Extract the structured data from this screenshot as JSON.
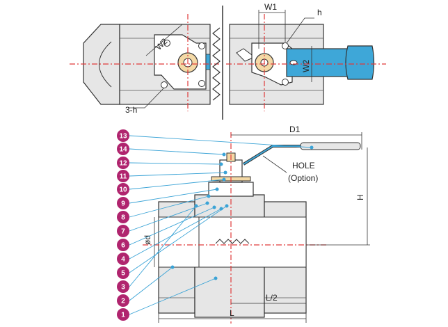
{
  "colors": {
    "outline": "#333333",
    "body_fill": "#e6e6e6",
    "handle_fill": "#3ea7d8",
    "centerline": "#e03a3a",
    "leader": "#3aa3d6",
    "callout_fill": "#b0246e",
    "callout_text": "#ffffff"
  },
  "top_view": {
    "left": {
      "w2_label": "W2",
      "hole_label": "3-h"
    },
    "right": {
      "w1_label": "W1",
      "h_label": "h",
      "w2_label": "W2"
    }
  },
  "side_view": {
    "d1_label": "D1",
    "hole_label_line1": "HOLE",
    "hole_label_line2": "(Option)",
    "h_label": "H",
    "od_label": "ød",
    "l_half_label": "L/2",
    "l_label": "L"
  },
  "callouts": [
    {
      "number": "13"
    },
    {
      "number": "14"
    },
    {
      "number": "12"
    },
    {
      "number": "11"
    },
    {
      "number": "10"
    },
    {
      "number": "9"
    },
    {
      "number": "8"
    },
    {
      "number": "7"
    },
    {
      "number": "6"
    },
    {
      "number": "4"
    },
    {
      "number": "5"
    },
    {
      "number": "3"
    },
    {
      "number": "2"
    },
    {
      "number": "1"
    }
  ]
}
